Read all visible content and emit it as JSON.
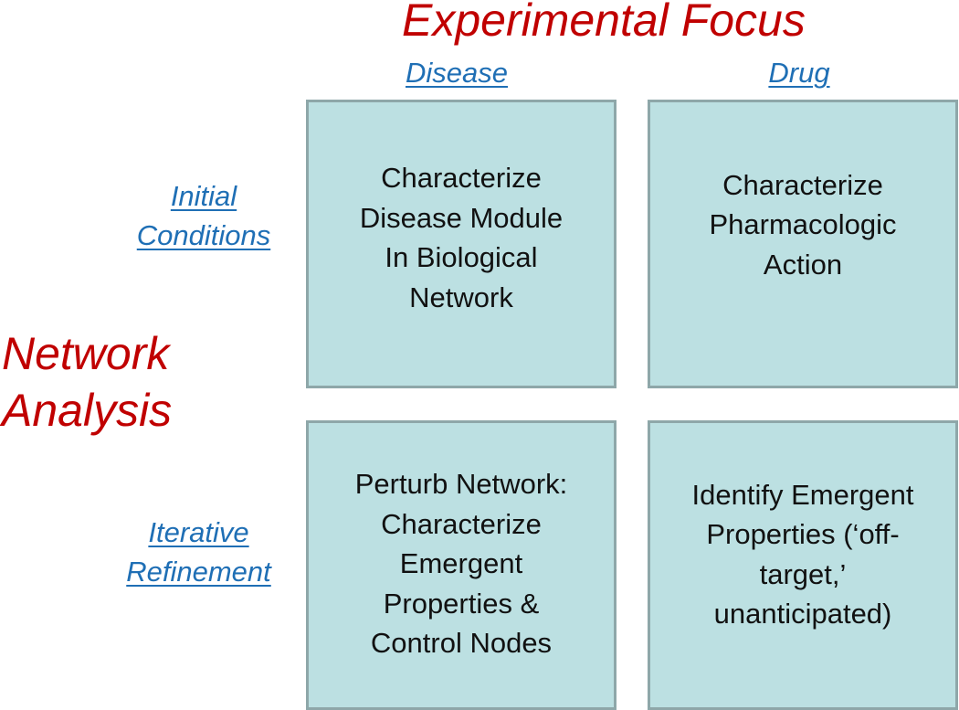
{
  "titles": {
    "top": "Experimental Focus",
    "left": [
      "Network",
      "Analysis"
    ]
  },
  "columns": {
    "disease": "Disease",
    "drug": "Drug"
  },
  "rows": {
    "initial": [
      "Initial",
      "Conditions"
    ],
    "iterative": [
      "Iterative",
      "Refinement"
    ]
  },
  "cells": {
    "initial_disease": "Characterize\nDisease Module\nIn Biological\nNetwork",
    "initial_drug": "Characterize\nPharmacologic\nAction",
    "iterative_disease": "Perturb Network:\nCharacterize\nEmergent\nProperties &\nControl Nodes",
    "iterative_drug": "Identify Emergent\nProperties (‘off-\ntarget,’\nunanticipated)"
  },
  "colors": {
    "title": "#c00000",
    "label": "#1f6fb5",
    "cell_fill": "#bce0e2",
    "cell_border": "#8ea7a9"
  }
}
